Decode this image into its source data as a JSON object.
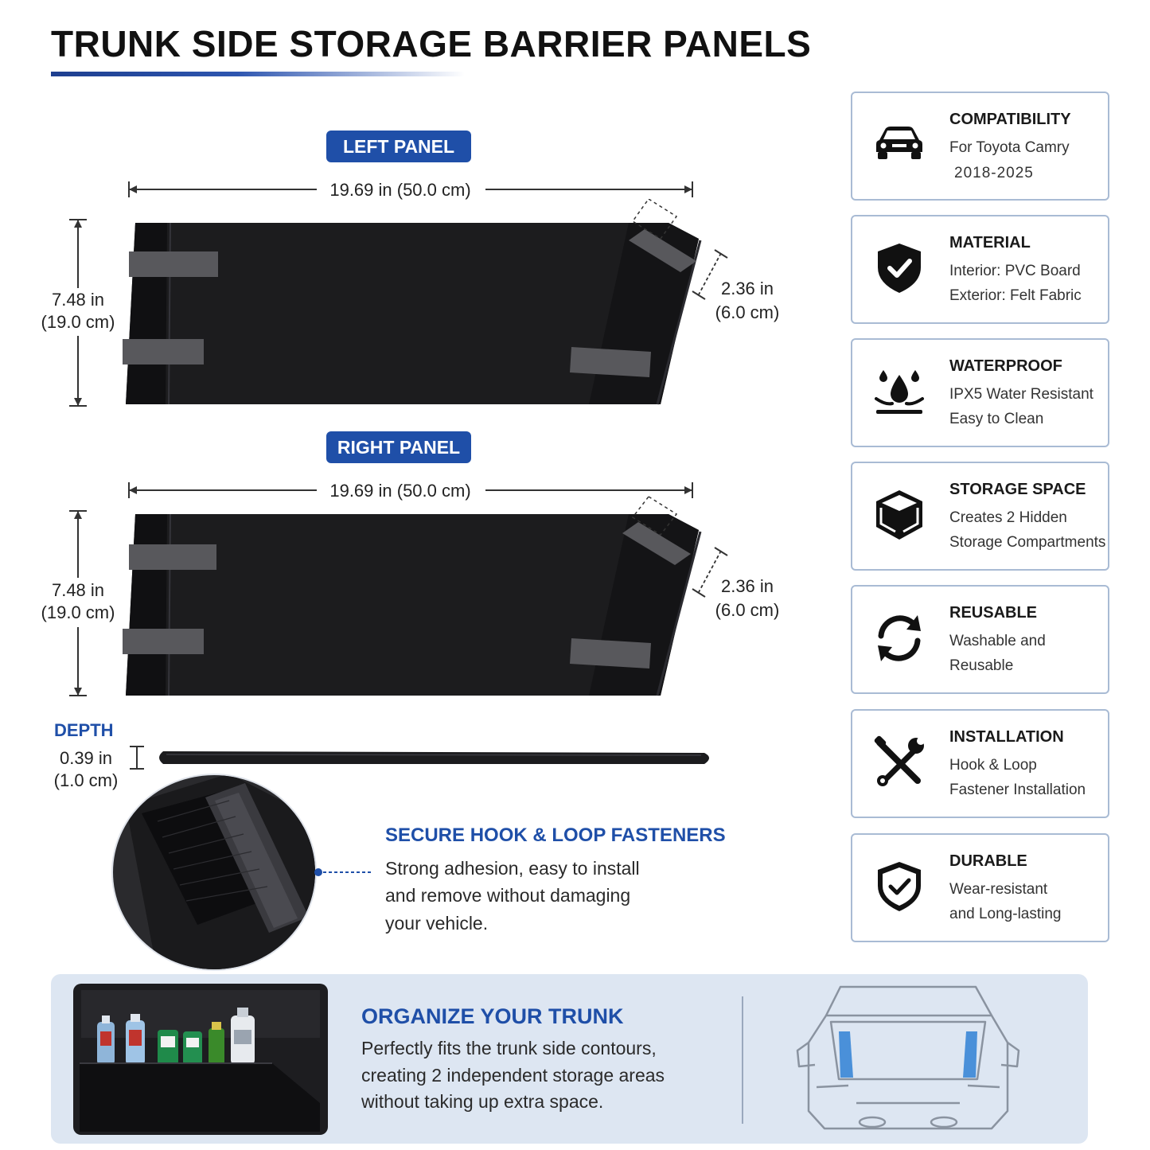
{
  "title": "TRUNK SIDE STORAGE BARRIER PANELS",
  "left_panel": {
    "badge": "LEFT PANEL",
    "width": "19.69 in (50.0 cm)",
    "height_in": "7.48 in",
    "height_cm": "(19.0 cm)",
    "edge_in": "2.36 in",
    "edge_cm": "(6.0 cm)"
  },
  "right_panel": {
    "badge": "RIGHT PANEL",
    "width": "19.69 in (50.0 cm)",
    "height_in": "7.48 in",
    "height_cm": "(19.0 cm)",
    "edge_in": "2.36 in",
    "edge_cm": "(6.0 cm)"
  },
  "depth": {
    "label": "DEPTH",
    "value_in": "0.39 in",
    "value_cm": "(1.0 cm)"
  },
  "features": [
    {
      "icon": "car-icon",
      "title": "COMPATIBILITY",
      "lines": [
        "For Toyota Camry",
        "2018-2025"
      ]
    },
    {
      "icon": "shield-check-icon",
      "title": "MATERIAL",
      "lines": [
        "Interior: PVC Board",
        "Exterior: Felt Fabric"
      ]
    },
    {
      "icon": "water-drops-icon",
      "title": "WATERPROOF",
      "lines": [
        "IPX5 Water Resistant",
        "Easy to Clean"
      ]
    },
    {
      "icon": "box-icon",
      "title": "STORAGE SPACE",
      "lines": [
        "Creates 2 Hidden",
        "Storage Compartments"
      ]
    },
    {
      "icon": "refresh-icon",
      "title": "REUSABLE",
      "lines": [
        "Washable and",
        "Reusable"
      ]
    },
    {
      "icon": "tools-icon",
      "title": "INSTALLATION",
      "lines": [
        "Hook & Loop",
        "Fastener Installation"
      ]
    },
    {
      "icon": "shield-check-outline-icon",
      "title": "DURABLE",
      "lines": [
        "Wear-resistant",
        "and Long-lasting"
      ]
    }
  ],
  "fastener": {
    "heading": "SECURE HOOK & LOOP FASTENERS",
    "lines": [
      "Strong adhesion, easy to install",
      "and remove without damaging",
      "your vehicle."
    ]
  },
  "organize": {
    "heading": "ORGANIZE YOUR TRUNK",
    "lines": [
      "Perfectly fits the trunk side contours,",
      "creating 2 independent storage areas",
      "without taking up extra space."
    ]
  },
  "colors": {
    "accent": "#1f4fa8",
    "panel": "#1c1c1e",
    "strap": "#58585c",
    "card_border": "#a9bbd4",
    "organize_bg": "#dde6f2"
  }
}
